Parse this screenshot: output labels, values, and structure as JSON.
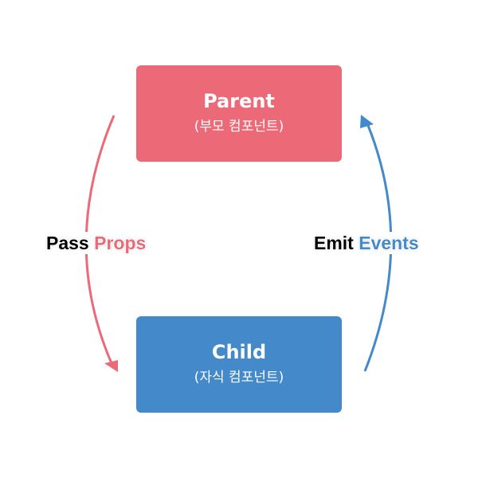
{
  "colors": {
    "parent": "#EC6A78",
    "child": "#4489C9",
    "dark_text": "#000000"
  },
  "parent": {
    "title": "Parent",
    "subtitle": "(부모 컴포넌트)"
  },
  "child": {
    "title": "Child",
    "subtitle": "(자식 컴포넌트)"
  },
  "props_label": {
    "word1": "Pass",
    "word2": "Props"
  },
  "events_label": {
    "word1": "Emit",
    "word2": "Events"
  }
}
